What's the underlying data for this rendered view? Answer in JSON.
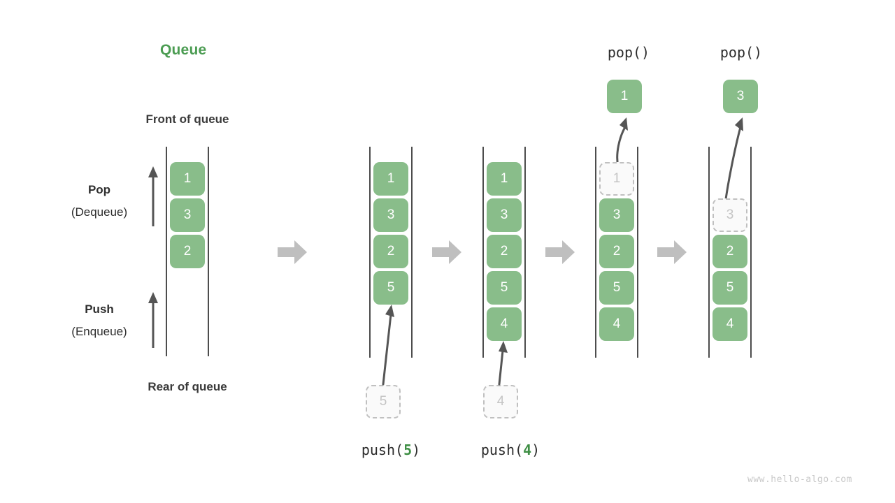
{
  "title": "Queue",
  "labels": {
    "front_of_queue": "Front of queue",
    "rear_of_queue": "Rear of queue",
    "pop_strong": "Pop",
    "pop_plain": "(Dequeue)",
    "push_strong": "Push",
    "push_plain": "(Enqueue)"
  },
  "colors": {
    "element_green": "#89bd8a",
    "title_green": "#4b9c52",
    "accent_number_green": "#3f8f45",
    "rail_gray": "#4d4d4d",
    "ghost_border": "#c0c0c0",
    "ghost_fill": "#fafafa",
    "ghost_text": "#c4c4c4",
    "fat_arrow_gray": "#bfbfbf",
    "thin_arrow_gray": "#555555",
    "watermark_gray": "#c8c8c8"
  },
  "stages": [
    {
      "id": "initial",
      "caption": "",
      "op_label_prefix": "",
      "op_label_num": "",
      "items": [
        "1",
        "3",
        "2"
      ],
      "ghost_index": -1,
      "incoming": "",
      "popped": ""
    },
    {
      "id": "push-5",
      "caption": "push(5)",
      "op_label_prefix": "push",
      "op_label_num": "5",
      "items": [
        "1",
        "3",
        "2",
        "5"
      ],
      "ghost_index": -1,
      "incoming": "5",
      "popped": ""
    },
    {
      "id": "push-4",
      "caption": "push(4)",
      "op_label_prefix": "push",
      "op_label_num": "4",
      "items": [
        "1",
        "3",
        "2",
        "5",
        "4"
      ],
      "ghost_index": -1,
      "incoming": "4",
      "popped": ""
    },
    {
      "id": "pop-1",
      "caption": "pop()",
      "op_label_prefix": "pop",
      "op_label_num": "",
      "items": [
        "1",
        "3",
        "2",
        "5",
        "4"
      ],
      "ghost_index": 0,
      "incoming": "",
      "popped": "1"
    },
    {
      "id": "pop-3",
      "caption": "pop()",
      "op_label_prefix": "pop",
      "op_label_num": "",
      "items": [
        "3",
        "2",
        "5",
        "4"
      ],
      "ghost_index": 0,
      "incoming": "",
      "popped": "3"
    }
  ],
  "pop_captions": [
    "pop()",
    "pop()"
  ],
  "watermark": "www.hello-algo.com"
}
